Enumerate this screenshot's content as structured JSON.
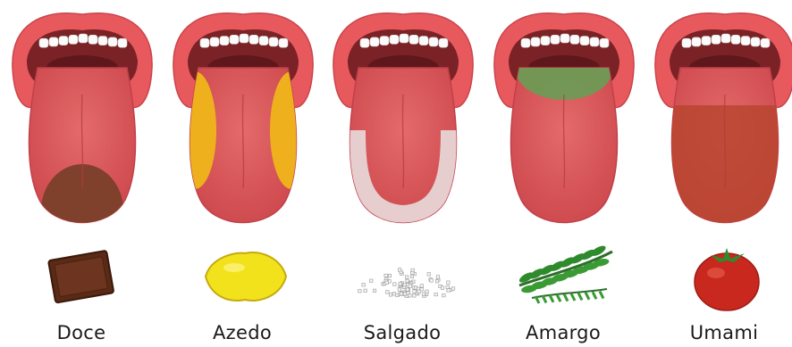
{
  "tastes": [
    {
      "label": "Doce",
      "zone": "tip",
      "zone_color": "#7a3f2a",
      "food": "chocolate"
    },
    {
      "label": "Azedo",
      "zone": "sides",
      "zone_color": "#f0b818",
      "food": "lemon"
    },
    {
      "label": "Salgado",
      "zone": "edge",
      "zone_color": "#e9dcdc",
      "food": "salt"
    },
    {
      "label": "Amargo",
      "zone": "back",
      "zone_color": "#6f9a55",
      "food": "arugula"
    },
    {
      "label": "Umami",
      "zone": "whole",
      "zone_color": "#b8452f",
      "food": "tomato"
    }
  ]
}
